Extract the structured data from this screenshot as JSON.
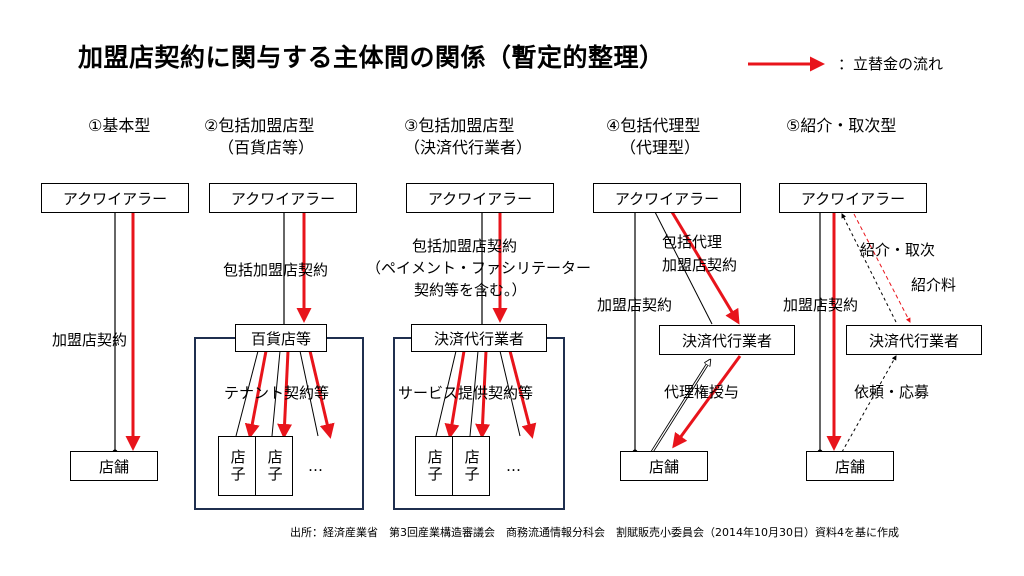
{
  "title": "加盟店契約に関与する主体間の関係（暫定的整理）",
  "legend_label": "：立替金の流れ",
  "colors": {
    "red": "#e8141b",
    "black": "#000000",
    "navy": "#1f2f4f"
  },
  "models": [
    {
      "title": "①基本型",
      "subtitle": "",
      "acquirer": "アクワイアラー",
      "store": "店舗",
      "labels": [
        "加盟店契約"
      ]
    },
    {
      "title": "②包括加盟店型",
      "subtitle": "（百貨店等）",
      "acquirer": "アクワイアラー",
      "middle": "百貨店等",
      "labels": [
        "包括加盟店契約",
        "テナント契約等"
      ],
      "tenant": "店子",
      "ellipsis": "…"
    },
    {
      "title": "③包括加盟店型",
      "subtitle": "（決済代行業者）",
      "acquirer": "アクワイアラー",
      "middle": "決済代行業者",
      "labels": [
        "包括加盟店契約",
        "（ペイメント・ファシリテーター",
        "契約等を含む。）",
        "サービス提供契約等"
      ],
      "tenant": "店子",
      "ellipsis": "…"
    },
    {
      "title": "④包括代理型",
      "subtitle": "（代理型）",
      "acquirer": "アクワイアラー",
      "middle": "決済代行業者",
      "store": "店舗",
      "labels": [
        "包括代理",
        "加盟店契約",
        "加盟店契約",
        "代理権授与"
      ]
    },
    {
      "title": "⑤紹介・取次型",
      "subtitle": "",
      "acquirer": "アクワイアラー",
      "middle": "決済代行業者",
      "store": "店舗",
      "labels": [
        "紹介・取次",
        "紹介料",
        "加盟店契約",
        "依頼・応募"
      ]
    }
  ],
  "footnote": "出所：経済産業省　第3回産業構造審議会　商務流通情報分科会　割賦販売小委員会（2014年10月30日）資料4を基に作成"
}
